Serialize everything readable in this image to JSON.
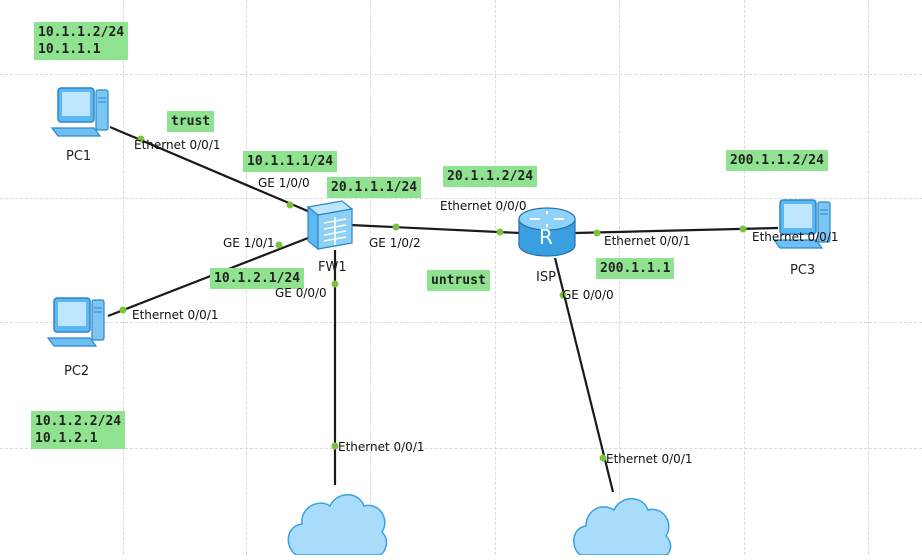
{
  "devices": {
    "pc1": {
      "name": "PC1"
    },
    "pc2": {
      "name": "PC2"
    },
    "pc3": {
      "name": "PC3"
    },
    "fw1": {
      "name": "FW1"
    },
    "isp": {
      "name": "ISP",
      "glyph": "R"
    }
  },
  "labels": {
    "pc1_addr": "10.1.1.2/24\n10.1.1.1",
    "trust": "trust",
    "fw_ge100": "10.1.1.1/24",
    "fw_ge102": "20.1.1.1/24",
    "isp_e000": "20.1.1.2/24",
    "pc3_addr": "200.1.1.2/24",
    "fw_ge101": "10.1.2.1/24",
    "untrust": "untrust",
    "isp_e001": "200.1.1.1",
    "pc2_addr": "10.1.2.2/24\n10.1.2.1"
  },
  "interfaces": {
    "pc1_e001": "Ethernet 0/0/1",
    "fw_ge100": "GE 1/0/0",
    "fw_ge101": "GE 1/0/1",
    "fw_ge102": "GE 1/0/2",
    "fw_ge000": "GE 0/0/0",
    "isp_e000": "Ethernet 0/0/0",
    "isp_e001": "Ethernet 0/0/1",
    "pc3_e001": "Ethernet 0/0/1",
    "pc2_e001": "Ethernet 0/0/1",
    "isp_ge000": "GE 0/0/0",
    "cloud1_e001": "Ethernet 0/0/1",
    "cloud2_e001": "Ethernet 0/0/1"
  },
  "colors": {
    "label_bg": "#8fe28f",
    "link": "#1a1a1a",
    "port_dot": "#7dc142",
    "device_blue": "#3aa0e0"
  },
  "icons": {
    "pc": "computer-icon",
    "firewall": "firewall-icon",
    "router": "router-icon",
    "cloud": "cloud-icon"
  }
}
